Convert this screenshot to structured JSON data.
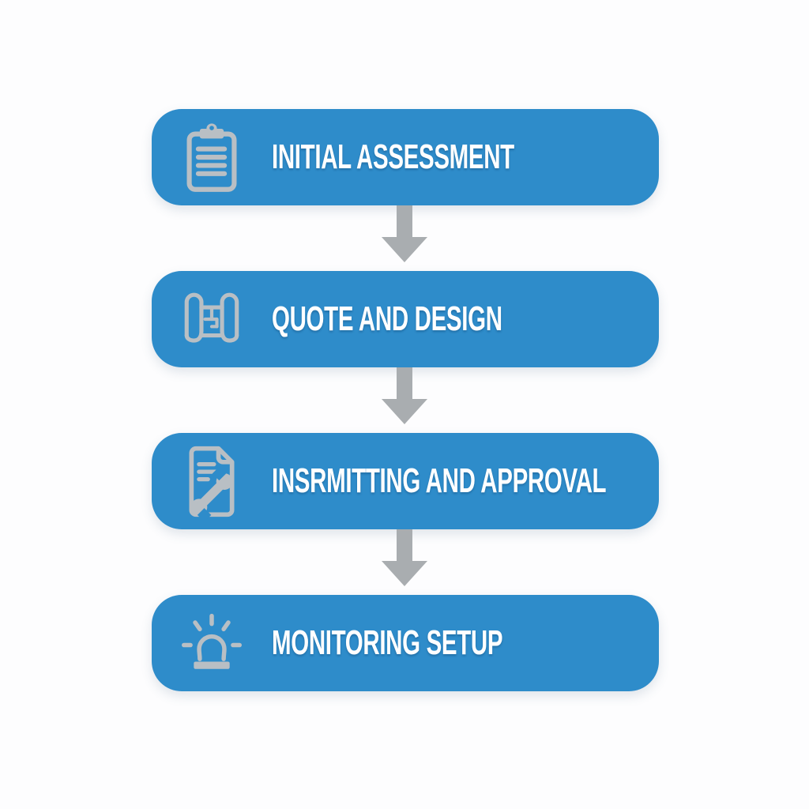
{
  "flowchart": {
    "type": "vertical-process-flow",
    "steps": [
      {
        "label": "INITIAL ASSESSMENT",
        "icon": "clipboard-icon"
      },
      {
        "label": "QUOTE AND DESIGN",
        "icon": "blueprint-icon"
      },
      {
        "label": "INSRMITTING AND APPROVAL",
        "icon": "document-wrench-icon"
      },
      {
        "label": "MONITORING SETUP",
        "icon": "siren-light-icon"
      }
    ],
    "connector": "down-arrow"
  },
  "colors": {
    "step_background": "#2e8cca",
    "icon_gray": "#b9bfc4",
    "arrow_gray": "#a9adb0",
    "label_text": "#ffffff",
    "page_background": "#fdfdfe"
  }
}
